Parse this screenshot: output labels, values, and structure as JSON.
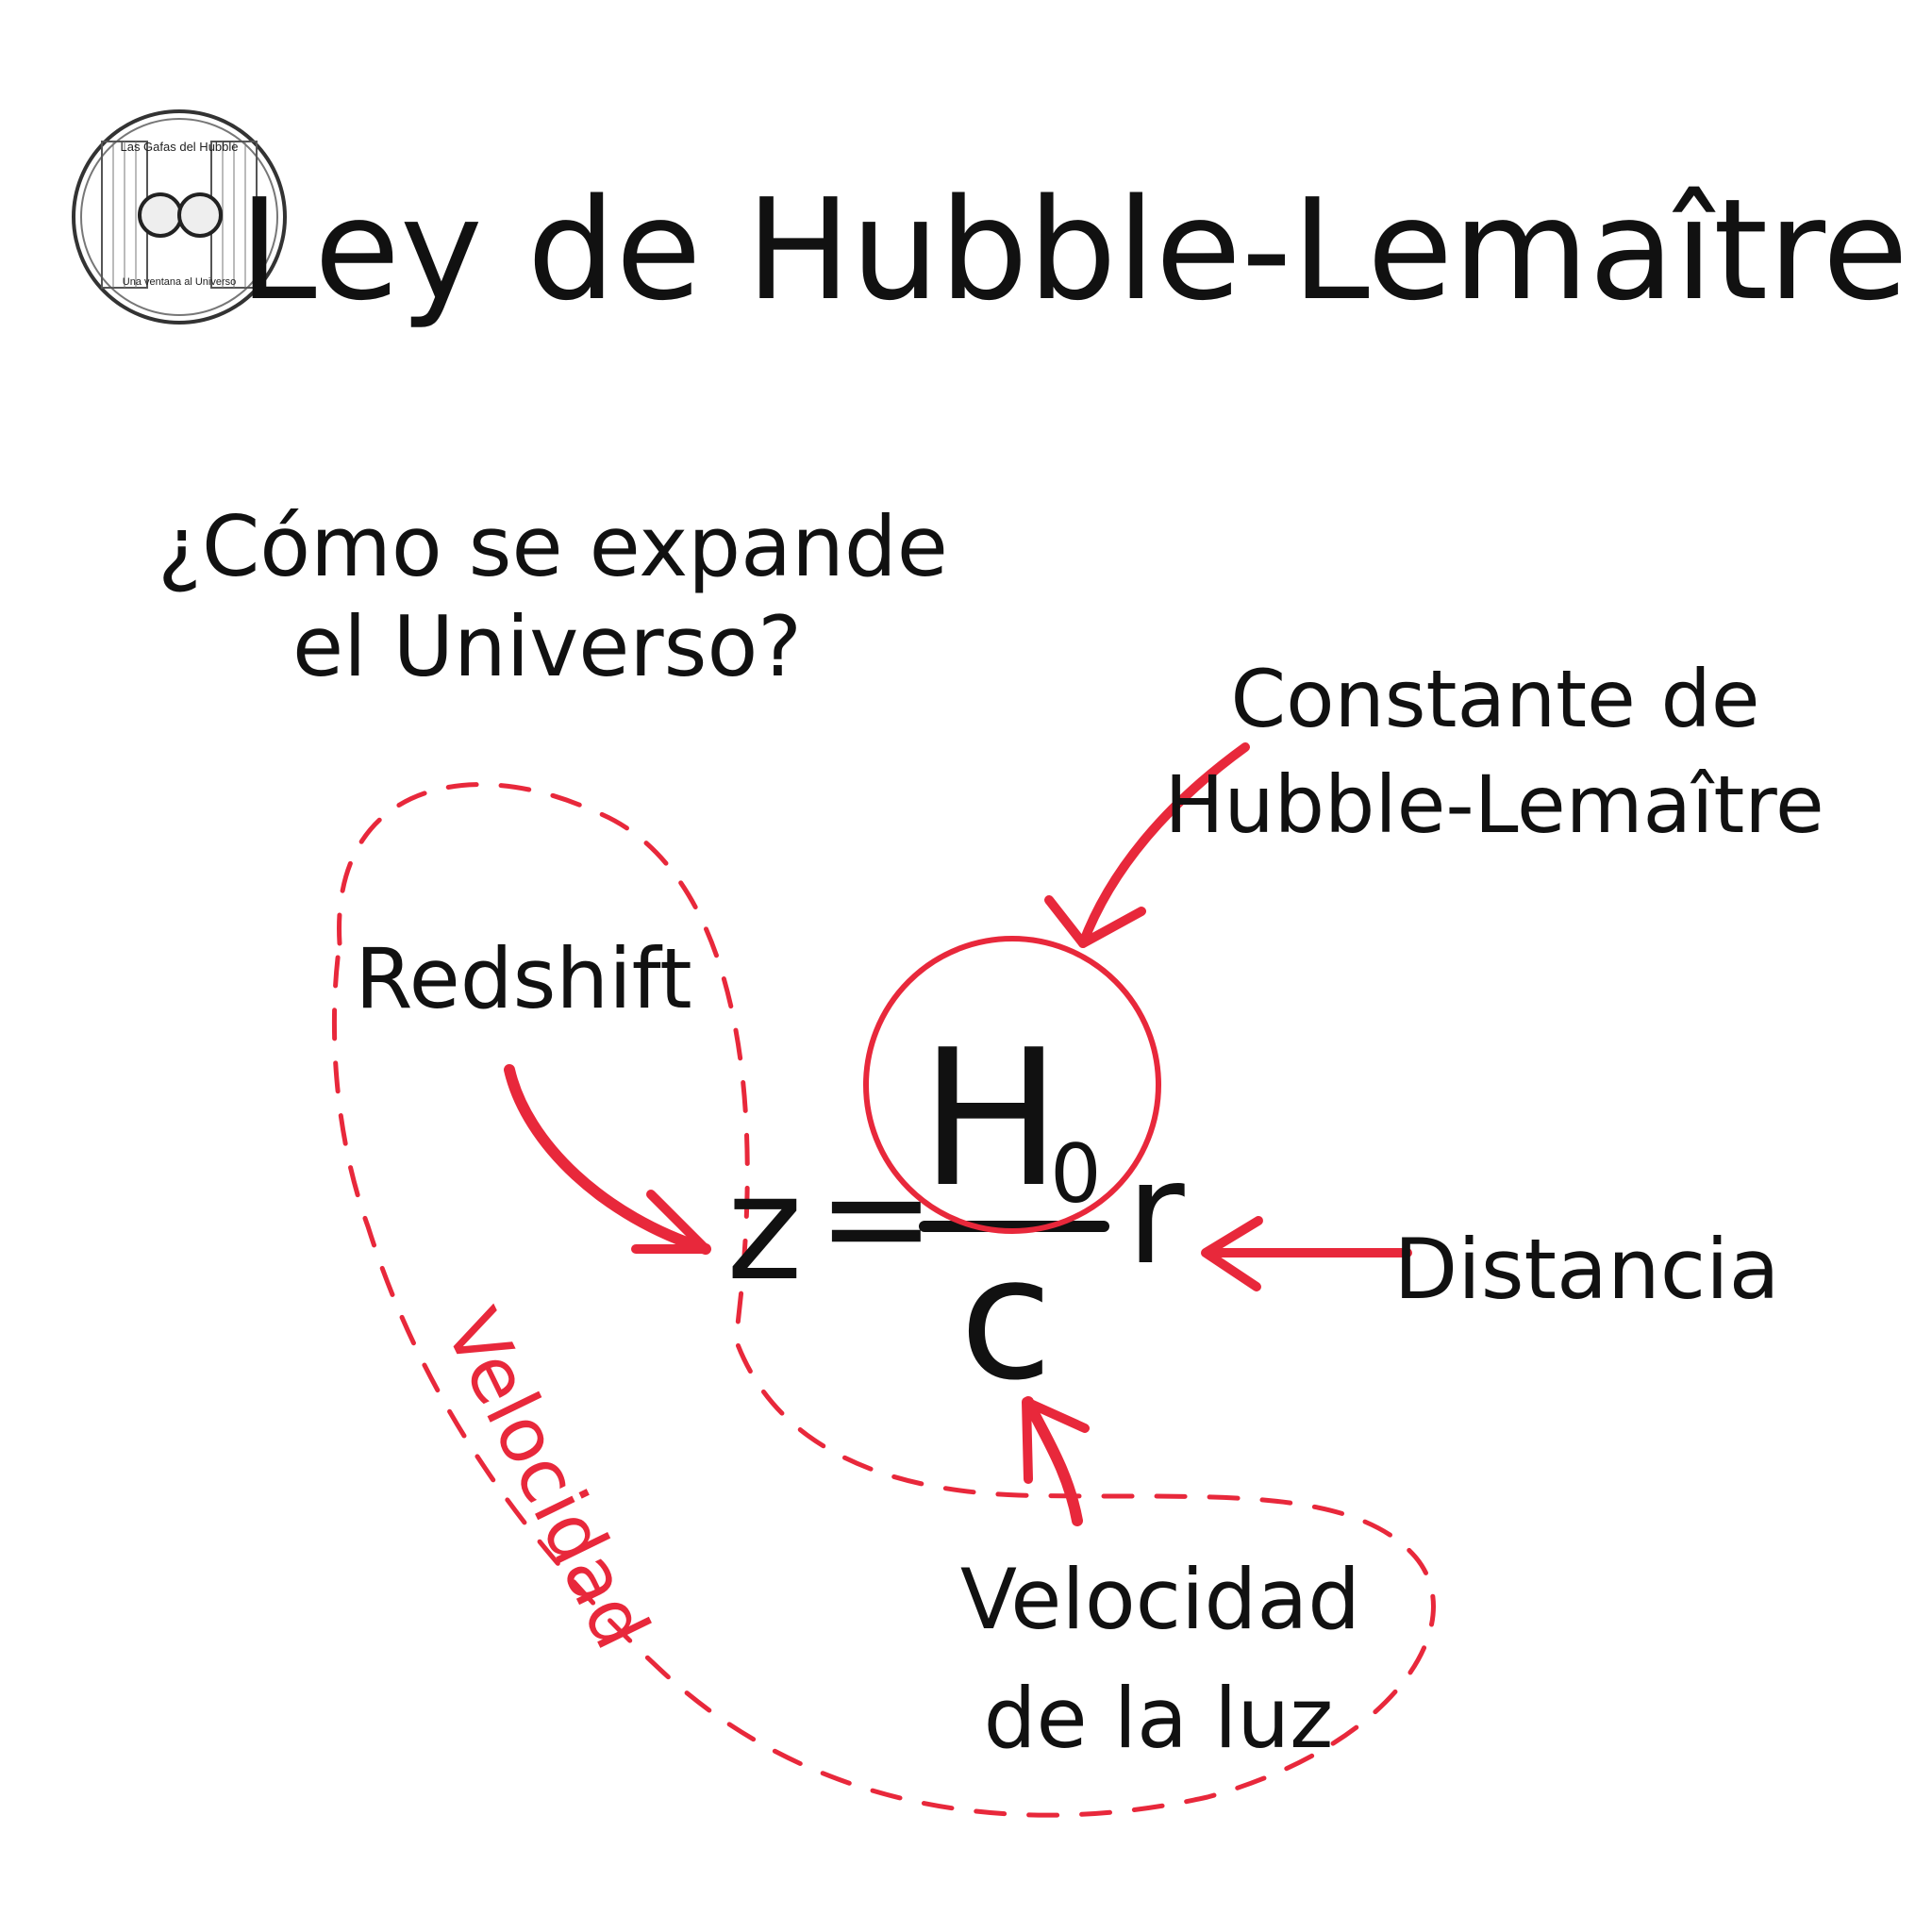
{
  "logo": {
    "top_text": "Las Gafas del Hubble",
    "bottom_text": "Una ventana al Universo"
  },
  "title": "Ley de Hubble-Lemaître",
  "question": {
    "line1": "¿Cómo se expande",
    "line2": "el Universo?"
  },
  "formula": {
    "z": "z",
    "equals": "=",
    "H": "H",
    "subscript": "0",
    "c": "c",
    "r": "r"
  },
  "labels": {
    "constant_line1": "Constante de",
    "constant_line2": "Hubble-Lemaître",
    "redshift": "Redshift",
    "distance": "Distancia",
    "light_speed_line1": "Velocidad",
    "light_speed_line2": "de la luz",
    "velocity_region": "Velocidad"
  },
  "colors": {
    "accent_red": "#e8283b",
    "ink": "#111111"
  }
}
